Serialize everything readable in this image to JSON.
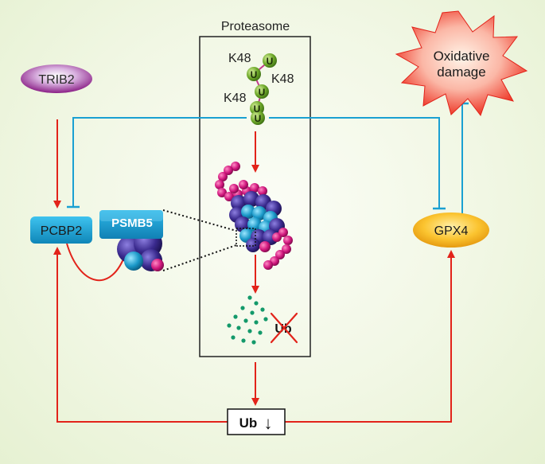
{
  "diagram": {
    "proteasome_label": "Proteasome",
    "k48_label_1": "K48",
    "k48_label_2": "K48",
    "k48_label_3": "K48",
    "ubiquitin_symbol": "U",
    "trib2_label": "TRIB2",
    "pcbp2_label": "PCBP2",
    "psmb5_label": "PSMB5",
    "gpx4_label": "GPX4",
    "oxidative_damage_label_line1": "Oxidative",
    "oxidative_damage_label_line2": "damage",
    "degraded_ub_label": "Ub",
    "ub_down_label": "Ub",
    "ub_down_arrow": "↓"
  },
  "colors": {
    "activation_arrow": "#e2231a",
    "inhibition_line": "#1aa0d2",
    "pcbp2_fill": "#1c9fd0",
    "gpx4_fill": "#f8b51c",
    "trib2_fill": "#9a2a8f",
    "starburst_fill": "#ee3a2a",
    "ubiquitin_fill": "#6ea82a",
    "bead_magenta": "#d0177d",
    "bead_navy": "#3a2a8e",
    "bead_cyan": "#1a98c8",
    "peptide_dot": "#13996a"
  },
  "icons": {
    "ubiquitin": "ubiquitin-bead-icon",
    "proteasome_beads": "proteasome-structure-icon",
    "psmb5": "psmb5-subunit-icon",
    "cross": "cross-out-icon",
    "down_arrow": "down-arrow-icon"
  }
}
